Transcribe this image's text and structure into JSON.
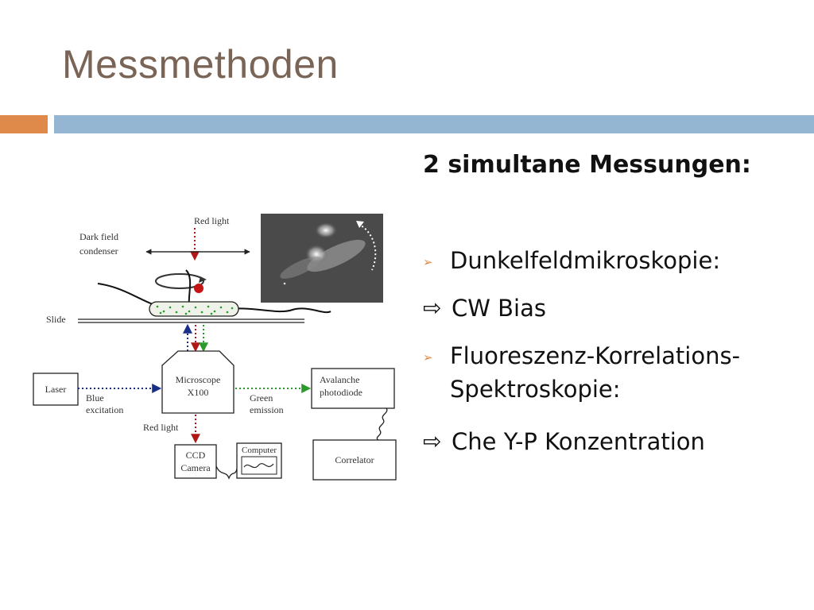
{
  "slide": {
    "title": "Messmethoden",
    "subheading": "2 simultane Messungen:",
    "bullets": [
      {
        "text": "Dunkelfeldmikroskopie:"
      },
      {
        "text": "CW Bias"
      },
      {
        "text_line1": "Fluoreszenz-Korrelations-",
        "text_line2": "Spektroskopie:"
      },
      {
        "text": "Che Y-P Konzentration"
      }
    ],
    "icons": {
      "bullet": "chevron-right-icon",
      "sub_bullet": "hollow-arrow-right-icon"
    },
    "colors": {
      "title": "#7a6455",
      "accent_orange": "#df8a4a",
      "accent_blue": "#95b6d3"
    }
  },
  "diagram": {
    "labels": {
      "red_light_top": "Red light",
      "dark_field_1": "Dark field",
      "dark_field_2": "condenser",
      "slide": "Slide",
      "laser": "Laser",
      "blue_excitation_1": "Blue",
      "blue_excitation_2": "excitation",
      "microscope_1": "Microscope",
      "microscope_2": "X100",
      "green_emission_1": "Green",
      "green_emission_2": "emission",
      "avalanche_1": "Avalanche",
      "avalanche_2": "photodiode",
      "red_light_bottom": "Red light",
      "ccd_1": "CCD",
      "ccd_2": "Camera",
      "computer": "Computer",
      "correlator": "Correlator"
    },
    "colors": {
      "red": "#b01818",
      "blue": "#1a2f8a",
      "green": "#2a9a2a"
    }
  }
}
